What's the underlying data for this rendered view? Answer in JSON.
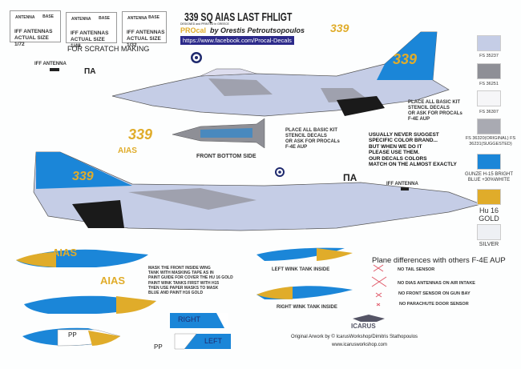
{
  "header": {
    "title": "339 SQ AIAS LAST FHLIGT",
    "designed": "DESIGNED and PRINTED in GREECE",
    "brand": "PROcal",
    "byline": "by Orestis Petroutsopoulos",
    "url": "https://www.facebook.com/Procal-Decals"
  },
  "antenna_boxes": [
    {
      "antenna": "ANTENNA",
      "base": "BASE",
      "label": "IFF ANTENNAS ACTUAL SIZE 1/72"
    },
    {
      "antenna": "ANTENNA",
      "base": "BASE",
      "label": "IFF ANTENNAS ACTUAL SIZE 1/48"
    },
    {
      "antenna": "ANTENNA",
      "base": "BASE",
      "label": "IFF ANTENNAS ACTUAL SIZE 1/32"
    }
  ],
  "scratch": "FOR SCRATCH MAKING",
  "labels": {
    "iff1": "IFF ANTENNA",
    "pa1": "ΠΑ",
    "iff2": "IFF ANTENNA",
    "pa2": "ΠΑ",
    "front_bottom": "FRONT BOTTOM SIDE",
    "aias": "AIAS",
    "num": "339",
    "pp1": "PP",
    "pp2": "PP",
    "right": "RIGHT",
    "left": "LEFT",
    "left_tank": "LEFT WINK TANK INSIDE",
    "right_tank": "RIGHT WINK TANK INSIDE"
  },
  "notes": {
    "stencil1": [
      "PLACE ALL BASIC KIT",
      "STENCIL DECALS",
      "OR ASK FOR PROCALs",
      "F-4E AUP"
    ],
    "stencil2": [
      "PLACE ALL BASIC KIT",
      "STENCIL DECALS",
      "OR ASK FOR PROCALs",
      "F-4E AUP"
    ],
    "color": [
      "USUALLY NEVER SUGGEST",
      "SPECIFIC COLOR BRAND...",
      "BUT WHEN WE DO IT",
      "PLEASE USE THEM.",
      "OUR DECALS COLORS",
      "MATCH ON THE ALMOST EXACTLY"
    ],
    "mask": [
      "MASK THE FRONT INSIDE WING",
      "TANK WITH MASKING TAPE AS IN",
      "PAINT GUIDE FOR COVER THE HU 16 GOLD",
      "PAINT WINK TANKS FIRST WITH H15",
      "THEN USE PAPER MASKS TO MASK",
      "BLUE AND PAINT H16 GOLD"
    ]
  },
  "swatches": [
    {
      "label": "FS 35237",
      "color": "#c5cde6"
    },
    {
      "label": "FS 36251",
      "color": "#8e8f96"
    },
    {
      "label": "FS 36307",
      "color": "#f6f6f8"
    },
    {
      "label": "FS 36320(ORIGINAL) FS 36231(SUGGESTED)",
      "color": "#a9aab2"
    },
    {
      "label": "GUNZE H-15 BRIGHT BLUE +30%WHITE",
      "color": "#1b86d8"
    },
    {
      "label": "Hu 16 GOLD",
      "color": "#e0ac2a"
    },
    {
      "label": "SILVER",
      "color": "#eef0f4"
    }
  ],
  "differences": {
    "title": "Plane differences with others F-4E AUP",
    "items": [
      "NO TAIL SENSOR",
      "NO DIAS ANTENNAS ON AIR INTAKE",
      "NO FRONT SENSOR ON GUN BAY",
      "NO PARACHUTE DOOR SENSOR"
    ]
  },
  "footer": {
    "logo": "ICARUS",
    "credit": "Original Arwork by © IcarusWorkshop/Dimitris Stathopoulos",
    "site": "www.icarusworkshop.com"
  },
  "colors": {
    "blue": "#1b86d8",
    "gold": "#e0ac2a",
    "navy": "#1f2a6e",
    "red": "#e05a6a"
  }
}
